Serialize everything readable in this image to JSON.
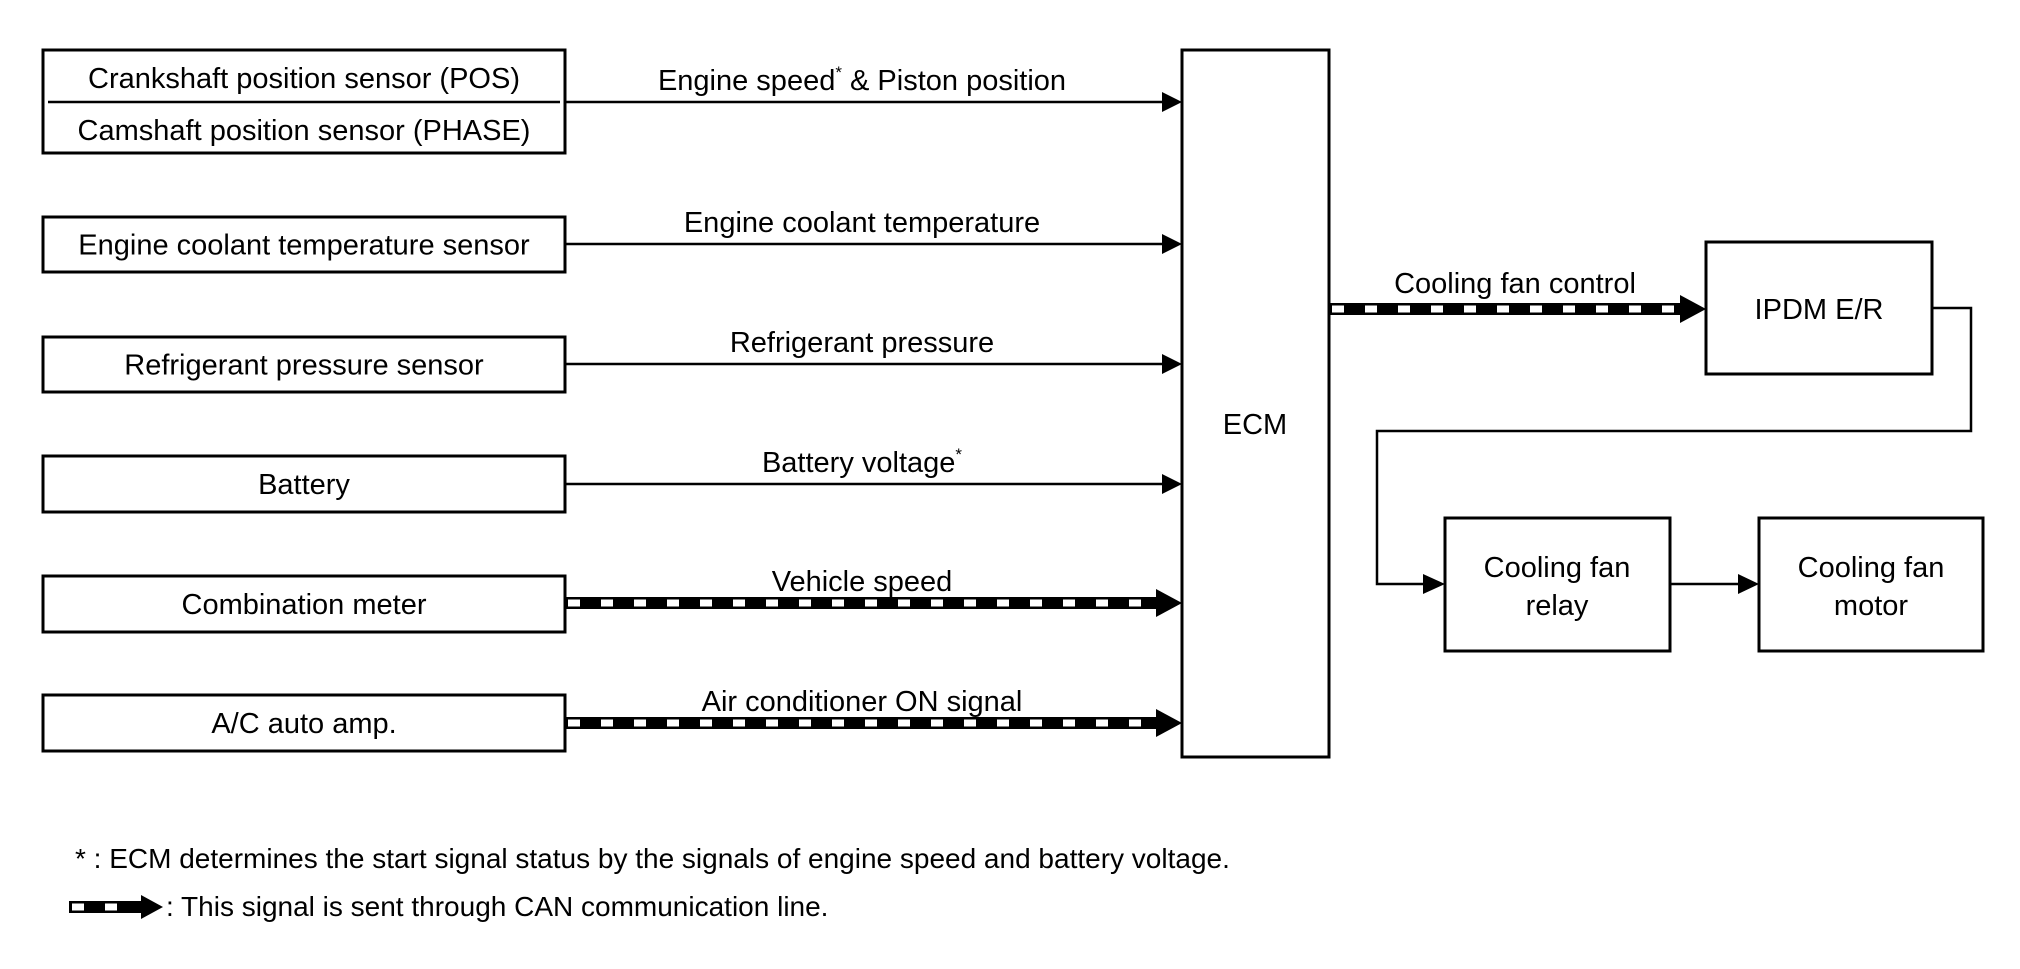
{
  "title": "Cooling fan control system diagram",
  "inputs": [
    {
      "id": "crank-cam",
      "labels": [
        "Crankshaft position sensor (POS)",
        "Camshaft position sensor (PHASE)"
      ],
      "signal": "Engine speed",
      "signal_sup": "*",
      "signal_suffix": " & Piston position",
      "can": false
    },
    {
      "id": "ect",
      "labels": [
        "Engine coolant temperature sensor"
      ],
      "signal": "Engine coolant temperature",
      "signal_sup": "",
      "signal_suffix": "",
      "can": false
    },
    {
      "id": "refrigerant",
      "labels": [
        "Refrigerant pressure sensor"
      ],
      "signal": "Refrigerant pressure",
      "signal_sup": "",
      "signal_suffix": "",
      "can": false
    },
    {
      "id": "battery",
      "labels": [
        "Battery"
      ],
      "signal": "Battery voltage",
      "signal_sup": "*",
      "signal_suffix": "",
      "can": false
    },
    {
      "id": "combination-meter",
      "labels": [
        "Combination meter"
      ],
      "signal": "Vehicle speed",
      "signal_sup": "",
      "signal_suffix": "",
      "can": true
    },
    {
      "id": "ac-auto-amp",
      "labels": [
        "A/C auto amp."
      ],
      "signal": "Air conditioner ON signal",
      "signal_sup": "",
      "signal_suffix": "",
      "can": true
    }
  ],
  "ecm": {
    "label": "ECM"
  },
  "output": {
    "signal": "Cooling fan control",
    "can": true
  },
  "ipdm": {
    "label": "IPDM E/R"
  },
  "relay": {
    "labels": [
      "Cooling fan",
      "relay"
    ]
  },
  "motor": {
    "labels": [
      "Cooling fan",
      "motor"
    ]
  },
  "notes": {
    "asterisk": "* : ECM determines the start signal status by the signals of engine speed and battery voltage.",
    "can": ": This signal is sent through CAN communication line."
  },
  "colors": {
    "line": "#000000",
    "background": "#ffffff"
  }
}
